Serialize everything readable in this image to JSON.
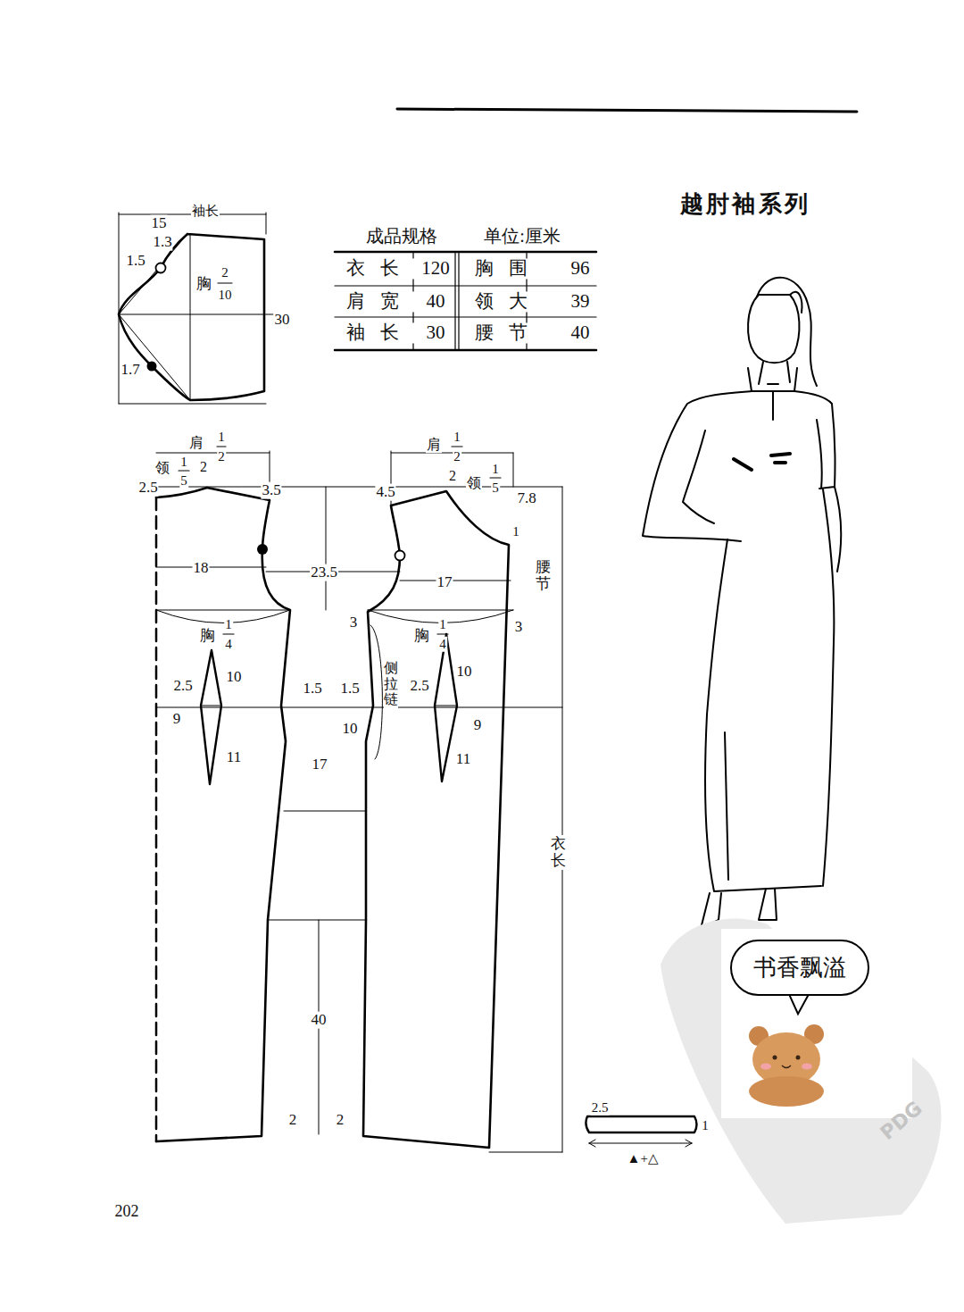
{
  "diagram": {
    "title": "越肘袖系列",
    "nodes": [
      {
        "text": [
          "书香飘溢"
        ]
      }
    ],
    "labels": [
      "成品规格",
      "单位:厘米",
      "衣长",
      "120",
      "胸围",
      "96",
      "肩宽",
      "40",
      "领大",
      "39",
      "袖长",
      "30",
      "腰节",
      "40",
      "袖长",
      "15",
      "1.3",
      "1.5",
      "胸",
      "2",
      "10",
      "30",
      "1.7",
      "肩",
      "1",
      "2",
      "领",
      "1",
      "5",
      "2",
      "2.5",
      "3.5",
      "18",
      "23.5",
      "胸",
      "1",
      "4",
      "2.5",
      "10",
      "9",
      "11",
      "1.5",
      "17",
      "40",
      "2",
      "2",
      "肩",
      "1",
      "2",
      "4.5",
      "2",
      "领",
      "1",
      "5",
      "7.8",
      "1",
      "17",
      "腰节",
      "3",
      "3",
      "胸",
      "1",
      "4",
      "侧拉链",
      "1.5",
      "2.5",
      "10",
      "9",
      "10",
      "11",
      "衣长",
      "2.5",
      "1",
      "▲+△",
      "PDG",
      "202"
    ]
  }
}
